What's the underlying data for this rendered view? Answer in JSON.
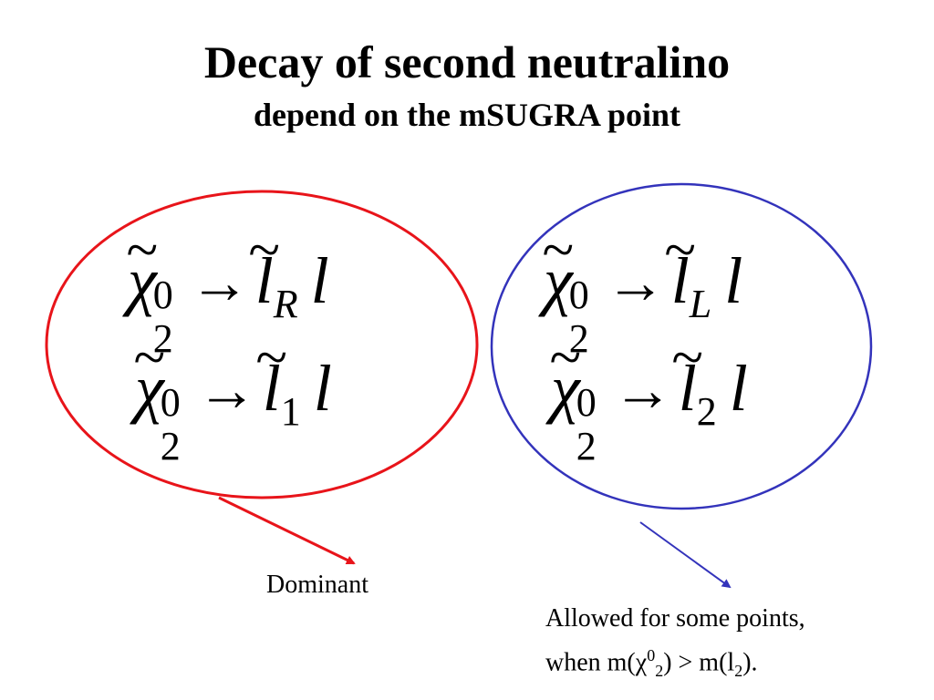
{
  "title": "Decay of second neutralino",
  "subtitle": "depend on the mSUGRA point",
  "left_group": {
    "color": "#e8141a",
    "equations": [
      {
        "lhs_symbol": "χ",
        "lhs_sup": "0",
        "lhs_sub": "2",
        "arrow": "→",
        "rhs_symbol": "l",
        "rhs_sub": "R",
        "lepton": "l"
      },
      {
        "lhs_symbol": "χ",
        "lhs_sup": "0",
        "lhs_sub": "2",
        "arrow": "→",
        "rhs_symbol": "l",
        "rhs_sub": "1",
        "lepton": "l"
      }
    ],
    "label": "Dominant"
  },
  "right_group": {
    "color": "#3333bb",
    "equations": [
      {
        "lhs_symbol": "χ",
        "lhs_sup": "0",
        "lhs_sub": "2",
        "arrow": "→",
        "rhs_symbol": "l",
        "rhs_sub": "L",
        "lepton": "l"
      },
      {
        "lhs_symbol": "χ",
        "lhs_sup": "0",
        "lhs_sub": "2",
        "arrow": "→",
        "rhs_symbol": "l",
        "rhs_sub": "2",
        "lepton": "l"
      }
    ],
    "label_line1": "Allowed for some points,",
    "label_line2": {
      "prefix": "when m(χ",
      "sup": "0",
      "sub": "2",
      "mid": ") > m(l",
      "sub2": "2",
      "suffix": ")."
    }
  },
  "tilde": "~"
}
